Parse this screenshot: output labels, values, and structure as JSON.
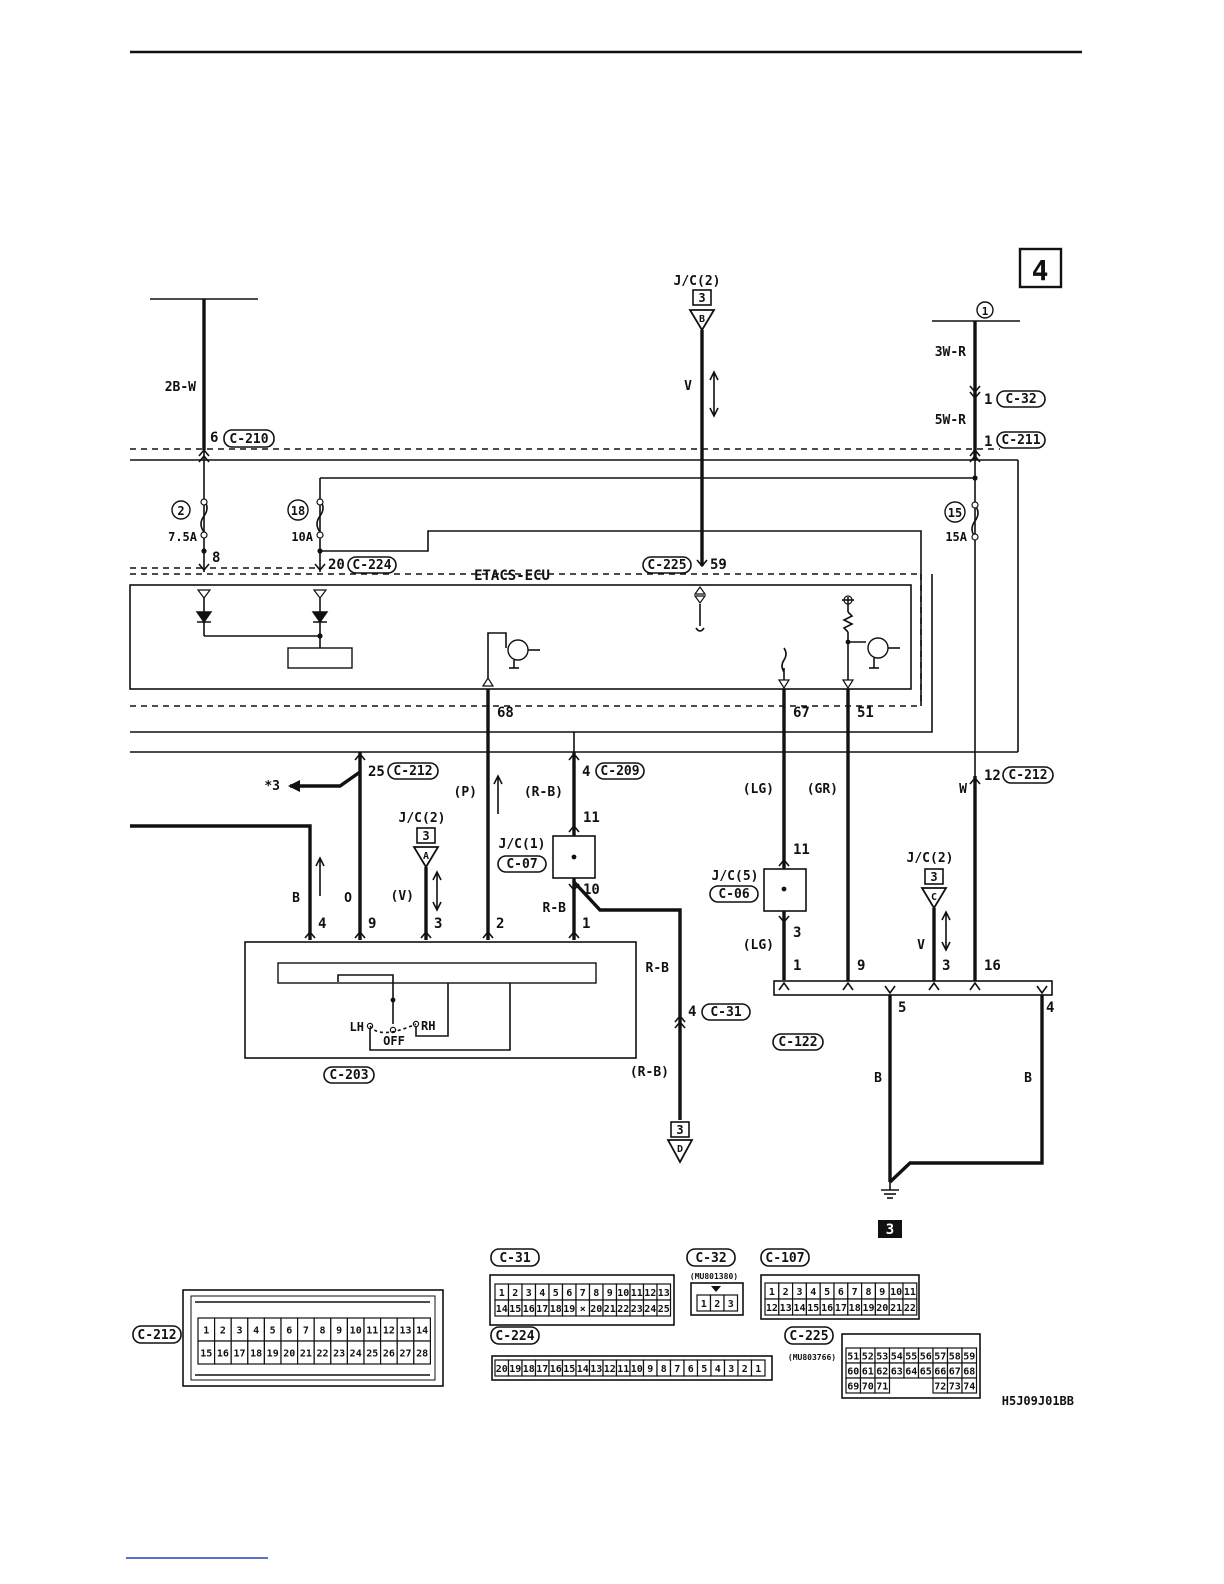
{
  "page_tag": "4",
  "figure_code": "H5J09J01BB",
  "ground_tag": "3",
  "ecu_label": "ETACS-ECU",
  "junction_tags": {
    "jc2_top": {
      "label": "J/C(2)",
      "num": "3",
      "letter": "B"
    },
    "jc2_mid": {
      "label": "J/C(2)",
      "num": "3",
      "letter": "A"
    },
    "jc2_right": {
      "label": "J/C(2)",
      "num": "3",
      "letter": "C"
    },
    "bottom_d": {
      "num": "3",
      "letter": "D"
    },
    "jc1": {
      "label": "J/C(1)",
      "conn": "C-07"
    },
    "jc5": {
      "label": "J/C(5)",
      "conn": "C-06"
    }
  },
  "circle_refs": {
    "c1": "1",
    "f2": "2",
    "f18": "18",
    "f15": "15"
  },
  "fuses": {
    "f2": "7.5A",
    "f18": "10A",
    "f15": "15A"
  },
  "wire_colors": {
    "w_2bw": "2B-W",
    "w_v_top": "V",
    "w_3wr": "3W-R",
    "w_5wr": "5W-R",
    "w_p": "(P)",
    "w_rb": "(R-B)",
    "w_lg": "(LG)",
    "w_gr": "(GR)",
    "w_w": "W",
    "w_b1": "B",
    "w_o": "O",
    "w_v2": "(V)",
    "w_rb2": "R-B",
    "w_rb3": "R-B",
    "w_lg2": "(LG)",
    "w_v3": "V",
    "w_rb4": "(R-B)",
    "w_b2": "B",
    "w_b3": "B"
  },
  "connectors": {
    "c210": "C-210",
    "c32": "C-32",
    "c211": "C-211",
    "c224": "C-224",
    "c225": "C-225",
    "c212": "C-212",
    "c209": "C-209",
    "c212b": "C-212",
    "c31": "C-31",
    "c122": "C-122",
    "c203": "C-203"
  },
  "pins": {
    "p6": "6",
    "p1a": "1",
    "p1b": "1",
    "p8": "8",
    "p20": "20",
    "p59": "59",
    "p68": "68",
    "p67": "67",
    "p51": "51",
    "p25": "25",
    "p4a": "4",
    "p12": "12",
    "p11a": "11",
    "p10": "10",
    "p11b": "11",
    "p3a": "3",
    "p4b": "4",
    "p9a": "9",
    "p3b": "3",
    "p2": "2",
    "p1c": "1",
    "p4c": "4",
    "p1d": "1",
    "p9b": "9",
    "p3c": "3",
    "p16": "16",
    "p5": "5",
    "p4d": "4"
  },
  "misc": {
    "star3": "*3",
    "sw_lh": "LH",
    "sw_rh": "RH",
    "sw_off": "OFF"
  },
  "views": {
    "c212": {
      "label": "C-212",
      "row1": [
        "1",
        "2",
        "3",
        "4",
        "5",
        "6",
        "7",
        "8",
        "9",
        "10",
        "11",
        "12",
        "13",
        "14"
      ],
      "row2": [
        "15",
        "16",
        "17",
        "18",
        "19",
        "20",
        "21",
        "22",
        "23",
        "24",
        "25",
        "26",
        "27",
        "28"
      ]
    },
    "c31": {
      "label": "C-31",
      "row1": [
        "1",
        "2",
        "3",
        "4",
        "5",
        "6",
        "7",
        "8",
        "9",
        "10",
        "11",
        "12",
        "13"
      ],
      "row2": [
        "14",
        "15",
        "16",
        "17",
        "18",
        "19",
        "×",
        "20",
        "21",
        "22",
        "23",
        "24",
        "25"
      ]
    },
    "c32": {
      "label": "C-32",
      "part": "(MU801380)",
      "row1": [
        "1",
        "2",
        "3"
      ]
    },
    "c107": {
      "label": "C-107",
      "row1": [
        "1",
        "2",
        "3",
        "4",
        "5",
        "6",
        "7",
        "8",
        "9",
        "10",
        "11"
      ],
      "row2": [
        "12",
        "13",
        "14",
        "15",
        "16",
        "17",
        "18",
        "19",
        "20",
        "21",
        "22"
      ]
    },
    "c224": {
      "label": "C-224",
      "row1": [
        "20",
        "19",
        "18",
        "17",
        "16",
        "15",
        "14",
        "13",
        "12",
        "11",
        "10",
        "9",
        "8",
        "7",
        "6",
        "5",
        "4",
        "3",
        "2",
        "1"
      ]
    },
    "c225": {
      "label": "C-225",
      "part": "(MU803766)",
      "row1": [
        "51",
        "52",
        "53",
        "54",
        "55",
        "56",
        "57",
        "58",
        "59"
      ],
      "row2": [
        "60",
        "61",
        "62",
        "63",
        "64",
        "65",
        "66",
        "67",
        "68"
      ],
      "row3": [
        "69",
        "70",
        "71",
        "",
        "",
        "",
        "72",
        "73",
        "74"
      ]
    }
  },
  "colors": {
    "ink": "#111111",
    "paper": "#ffffff",
    "footer_rule": "#2b3fbf"
  }
}
